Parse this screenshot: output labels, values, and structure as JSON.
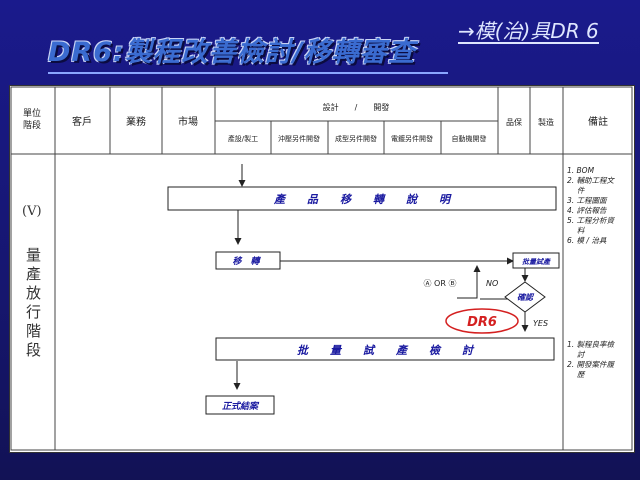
{
  "title": "DR6:製程改善檢討/移轉審查",
  "subtitle": "→模(治)具DR 6",
  "table": {
    "headers": {
      "stage": "單位\n階段",
      "customer": "客戶",
      "sales": "業務",
      "market": "市場",
      "design_dev": "設計　　/　　開發",
      "sub_cols": [
        "產設/製工",
        "沖壓另件開發",
        "成型另件開發",
        "電鍍另件開發",
        "自動機開發"
      ],
      "qa": "品保",
      "mfg": "製造",
      "remarks": "備註"
    },
    "stage_code": "(V)",
    "stage_name": "量產放行階段"
  },
  "flow": {
    "product_transfer_desc": "產　　品　　移　　轉　　說　　明",
    "transfer": "移　轉",
    "trial_batch": "批量試產",
    "confirm": "確認",
    "ab_label": "Ⓐ OR Ⓑ",
    "no_label": "NO",
    "yes_label": "YES",
    "dr6_badge": "DR6",
    "mass_production_review": "批　　量　　試　　產　　檢　　討",
    "formal_close": "正式結案"
  },
  "notes_top": [
    "1. BOM",
    "2. 輔助工程文",
    "　 件",
    "3. 工程圖面",
    "4. 評估報告",
    "5. 工程分析資",
    "　 料",
    "6. 模 / 治具"
  ],
  "notes_bottom": [
    "1. 製程良率檢",
    "　 討",
    "2. 開發案件履",
    "　 歷"
  ],
  "colors": {
    "box_text": "#1a1aa0",
    "dr6_red": "#d42020",
    "background": "#16166f"
  }
}
